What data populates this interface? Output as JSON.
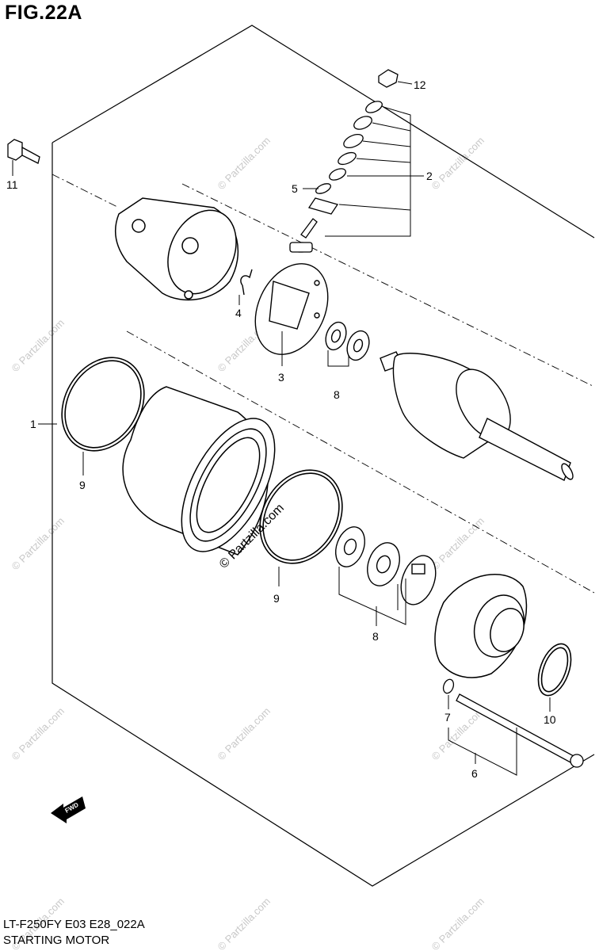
{
  "figure": {
    "title": "FIG.22A",
    "model_code": "LT-F250FY E03 E28_022A",
    "subtitle": "STARTING MOTOR"
  },
  "watermark": {
    "text": "© Partzilla.com",
    "main_text": "© Partzilla.com"
  },
  "fwd_label": "FWD",
  "callouts": [
    {
      "id": "c1",
      "label": "1"
    },
    {
      "id": "c2",
      "label": "2"
    },
    {
      "id": "c3",
      "label": "3"
    },
    {
      "id": "c4",
      "label": "4"
    },
    {
      "id": "c5",
      "label": "5"
    },
    {
      "id": "c6",
      "label": "6"
    },
    {
      "id": "c7",
      "label": "7"
    },
    {
      "id": "c8a",
      "label": "8"
    },
    {
      "id": "c8b",
      "label": "8"
    },
    {
      "id": "c9a",
      "label": "9"
    },
    {
      "id": "c9b",
      "label": "9"
    },
    {
      "id": "c10",
      "label": "10"
    },
    {
      "id": "c11",
      "label": "11"
    },
    {
      "id": "c12",
      "label": "12"
    }
  ]
}
